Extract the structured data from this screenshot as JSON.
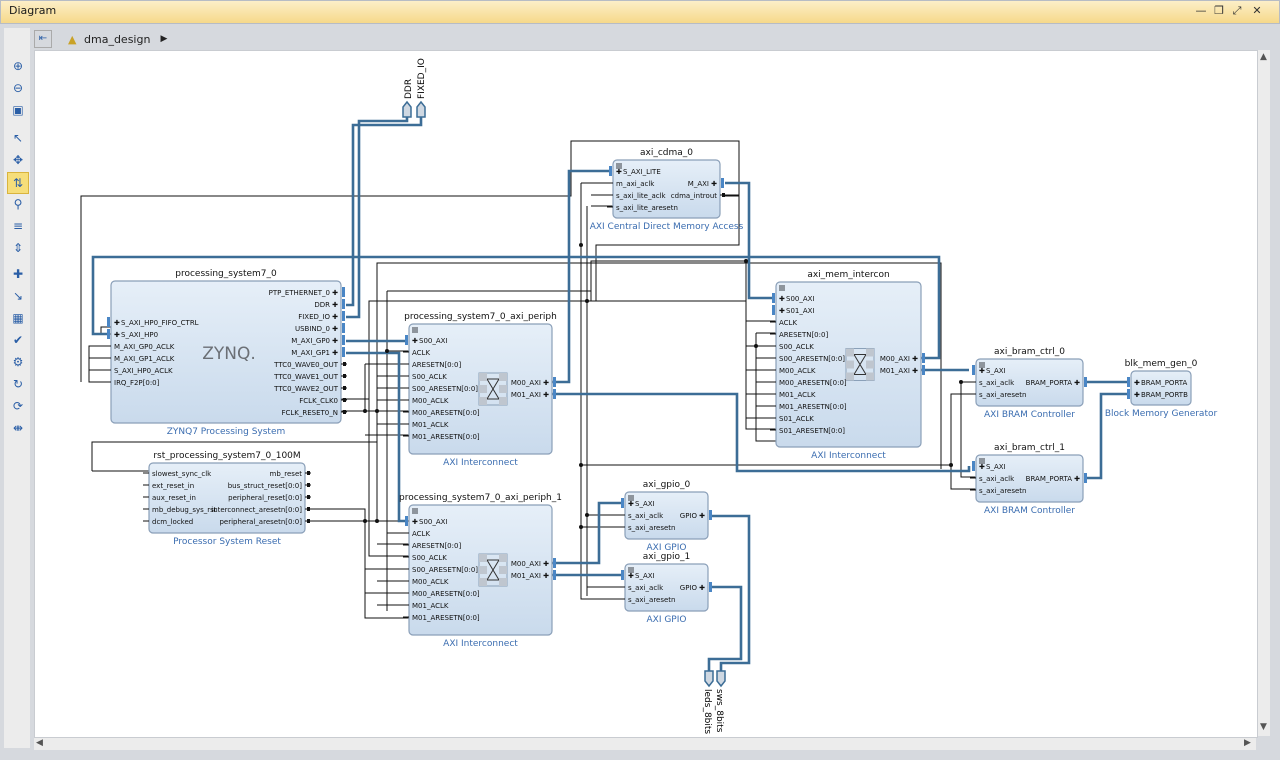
{
  "window": {
    "title": "Diagram",
    "buttons": [
      "minimize",
      "restore",
      "maximize",
      "close"
    ]
  },
  "breadcrumb": {
    "design": "dma_design"
  },
  "toolbar": {
    "items": [
      "zoom-in",
      "zoom-out",
      "zoom-fit",
      "select",
      "move",
      "autoconnect",
      "search",
      "align-h",
      "align-v",
      "add-ip",
      "pointer",
      "validate",
      "settings",
      "regenerate",
      "refresh",
      "route"
    ]
  },
  "external_ports": {
    "ddr": "DDR",
    "fixed_io": "FIXED_IO",
    "leds": "leds_8bits",
    "sws": "sws_8bits"
  },
  "blocks": {
    "ps": {
      "name": "processing_system7_0",
      "subtitle": "ZYNQ7 Processing System",
      "logo": "ZYNQ.",
      "left_ports": [
        "S_AXI_HP0_FIFO_CTRL",
        "S_AXI_HP0",
        "M_AXI_GP0_ACLK",
        "M_AXI_GP1_ACLK",
        "S_AXI_HP0_ACLK",
        "IRQ_F2P[0:0]"
      ],
      "right_ports": [
        "PTP_ETHERNET_0",
        "DDR",
        "FIXED_IO",
        "USBIND_0",
        "M_AXI_GP0",
        "M_AXI_GP1",
        "TTC0_WAVE0_OUT",
        "TTC0_WAVE1_OUT",
        "TTC0_WAVE2_OUT",
        "FCLK_CLK0",
        "FCLK_RESET0_N"
      ]
    },
    "rst": {
      "name": "rst_processing_system7_0_100M",
      "subtitle": "Processor System Reset",
      "left_ports": [
        "slowest_sync_clk",
        "ext_reset_in",
        "aux_reset_in",
        "mb_debug_sys_rst",
        "dcm_locked"
      ],
      "right_ports": [
        "mb_reset",
        "bus_struct_reset[0:0]",
        "peripheral_reset[0:0]",
        "interconnect_aresetn[0:0]",
        "peripheral_aresetn[0:0]"
      ]
    },
    "periph": {
      "name": "processing_system7_0_axi_periph",
      "subtitle": "AXI Interconnect",
      "left_ports": [
        "S00_AXI",
        "ACLK",
        "ARESETN[0:0]",
        "S00_ACLK",
        "S00_ARESETN[0:0]",
        "M00_ACLK",
        "M00_ARESETN[0:0]",
        "M01_ACLK",
        "M01_ARESETN[0:0]"
      ],
      "right_ports": [
        "M00_AXI",
        "M01_AXI"
      ]
    },
    "periph1": {
      "name": "processing_system7_0_axi_periph_1",
      "subtitle": "AXI Interconnect",
      "left_ports": [
        "S00_AXI",
        "ACLK",
        "ARESETN[0:0]",
        "S00_ACLK",
        "S00_ARESETN[0:0]",
        "M00_ACLK",
        "M00_ARESETN[0:0]",
        "M01_ACLK",
        "M01_ARESETN[0:0]"
      ],
      "right_ports": [
        "M00_AXI",
        "M01_AXI"
      ]
    },
    "cdma": {
      "name": "axi_cdma_0",
      "subtitle": "AXI Central Direct Memory Access",
      "left_ports": [
        "S_AXI_LITE",
        "m_axi_aclk",
        "s_axi_lite_aclk",
        "s_axi_lite_aresetn"
      ],
      "right_ports": [
        "M_AXI",
        "cdma_introut"
      ]
    },
    "memic": {
      "name": "axi_mem_intercon",
      "subtitle": "AXI Interconnect",
      "left_ports": [
        "S00_AXI",
        "S01_AXI",
        "ACLK",
        "ARESETN[0:0]",
        "S00_ACLK",
        "S00_ARESETN[0:0]",
        "M00_ACLK",
        "M00_ARESETN[0:0]",
        "M01_ACLK",
        "M01_ARESETN[0:0]",
        "S01_ACLK",
        "S01_ARESETN[0:0]"
      ],
      "right_ports": [
        "M00_AXI",
        "M01_AXI"
      ]
    },
    "gpio0": {
      "name": "axi_gpio_0",
      "subtitle": "AXI GPIO",
      "left_ports": [
        "S_AXI",
        "s_axi_aclk",
        "s_axi_aresetn"
      ],
      "right_ports": [
        "GPIO"
      ]
    },
    "gpio1": {
      "name": "axi_gpio_1",
      "subtitle": "AXI GPIO",
      "left_ports": [
        "S_AXI",
        "s_axi_aclk",
        "s_axi_aresetn"
      ],
      "right_ports": [
        "GPIO"
      ]
    },
    "bram0": {
      "name": "axi_bram_ctrl_0",
      "subtitle": "AXI BRAM Controller",
      "left_ports": [
        "S_AXI",
        "s_axi_aclk",
        "s_axi_aresetn"
      ],
      "right_ports": [
        "BRAM_PORTA"
      ]
    },
    "bram1": {
      "name": "axi_bram_ctrl_1",
      "subtitle": "AXI BRAM Controller",
      "left_ports": [
        "S_AXI",
        "s_axi_aclk",
        "s_axi_aresetn"
      ],
      "right_ports": [
        "BRAM_PORTA"
      ]
    },
    "bmg": {
      "name": "blk_mem_gen_0",
      "subtitle": "Block Memory Generator",
      "left_ports": [
        "BRAM_PORTA",
        "BRAM_PORTB"
      ],
      "right_ports": []
    }
  },
  "colors": {
    "bus": "#3c6d96",
    "wire": "#111111",
    "block_fill": "#dbe8f5",
    "block_stroke": "#8a9fb8",
    "label_blue": "#3b6db0",
    "port_blue": "#4a86c5"
  }
}
